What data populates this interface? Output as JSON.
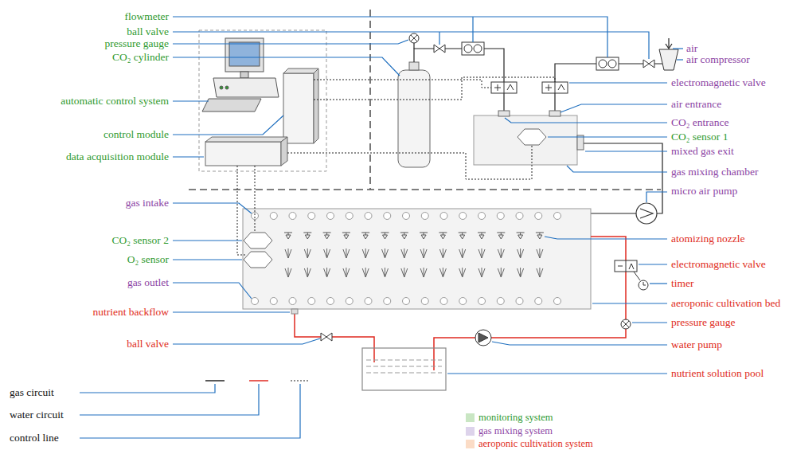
{
  "diagram": {
    "labels": [
      "flowmeter",
      "ball valve",
      "pressure gauge",
      "CO₂ cylinder",
      "automatic control system",
      "control module",
      "data acquisition module",
      "gas intake",
      "CO₂ sensor 2",
      "O₂ sensor",
      "gas outlet",
      "nutrient backflow",
      "ball valve",
      "air",
      "air compressor",
      "electromagnetic valve",
      "air entrance",
      "CO₂ entrance",
      "CO₂ sensor 1",
      "mixed gas exit",
      "gas mixing chamber",
      "micro air pump",
      "atomizing nozzle",
      "electromagnetic valve",
      "timer",
      "aeroponic cultivation bed",
      "pressure gauge",
      "water pump",
      "nutrient solution pool"
    ],
    "legend": [
      {
        "text": "gas circuit"
      },
      {
        "text": "water circuit"
      },
      {
        "text": "control line"
      },
      {
        "text": "monitoring system",
        "color": "#c9e6c3"
      },
      {
        "text": "gas mixing system",
        "color": "#ddd3eb"
      },
      {
        "text": "aeroponic cultivation system",
        "color": "#fbdcc6"
      }
    ]
  }
}
